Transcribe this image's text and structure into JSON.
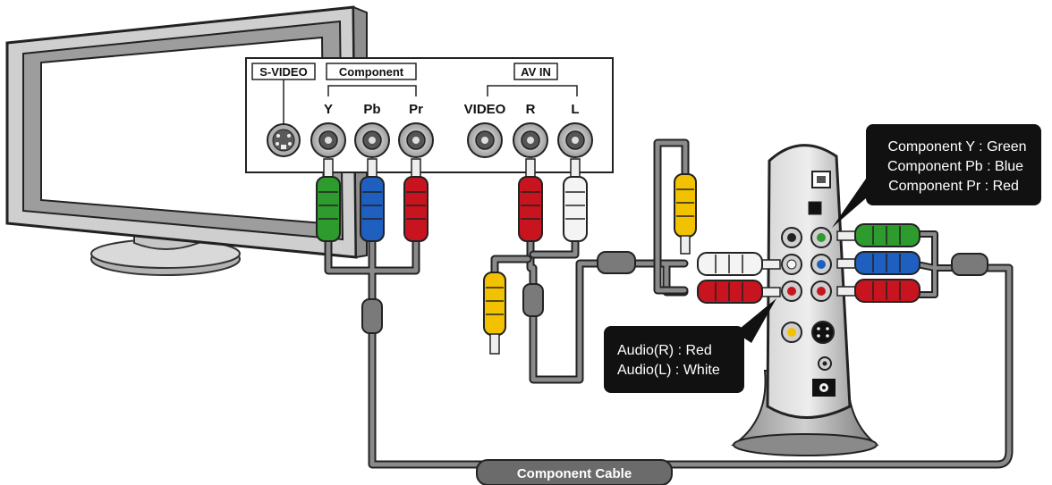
{
  "panel": {
    "svideo_label": "S-VIDEO",
    "component_label": "Component",
    "avin_label": "AV IN",
    "jack_y": "Y",
    "jack_pb": "Pb",
    "jack_pr": "Pr",
    "jack_video": "VIDEO",
    "jack_r": "R",
    "jack_l": "L"
  },
  "callouts": {
    "component": [
      "Component Y : Green",
      "Component Pb : Blue",
      "Component Pr : Red"
    ],
    "audio": [
      "Audio(R) : Red",
      "Audio(L) : White"
    ]
  },
  "cable_label": "Component Cable",
  "colors": {
    "green": "#2e9b2e",
    "blue": "#1f5fbf",
    "red": "#c8141e",
    "yellow": "#f2c200",
    "white": "#f4f4f4",
    "cable": "#8a8a8a",
    "callout_bg": "#111111"
  }
}
